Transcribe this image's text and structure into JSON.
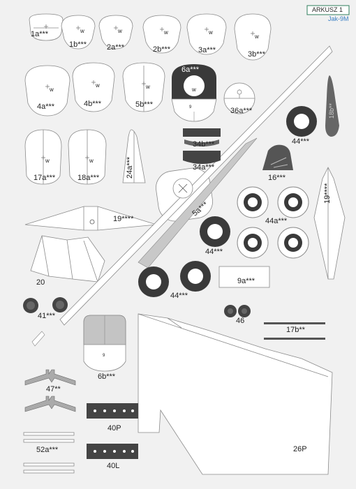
{
  "header": {
    "sheet_label": "ARKUSZ 1",
    "model": "Jak-9M",
    "accent_color": "#2e7d5b",
    "model_color": "#3a7fc4"
  },
  "colors": {
    "paper": "#f1f1f1",
    "line": "#8a8a8a",
    "dark": "#3a3a3a",
    "grey": "#bfbfbf"
  },
  "parts": {
    "p1a": "1a***",
    "p1b": "1b***",
    "p2a": "2a***",
    "p2b": "2b***",
    "p3a": "3a***",
    "p3b": "3b***",
    "p4a": "4a***",
    "p4b": "4b***",
    "p5b": "5b***",
    "p6a": "6a***",
    "p36a": "36a***",
    "p18b": "18b**",
    "p44_top": "44***",
    "p17a": "17a***",
    "p18a": "18a***",
    "p24a": "24a***",
    "p34b": "34b***",
    "p34a": "34a***",
    "p16": "16***",
    "p5a": "5a***",
    "p19_left": "19****",
    "p19_right": "19****",
    "p44a": "44a***",
    "p44_mid": "44***",
    "p44_low": "44***",
    "p9a": "9a***",
    "p20": "20",
    "p41": "41***",
    "p46": "46",
    "p17b": "17b**",
    "p6b": "6b***",
    "p47": "47**",
    "p40P": "40P",
    "p40L": "40L",
    "p52a": "52a***",
    "p26P": "26P",
    "w": "w",
    "nine": "9"
  }
}
